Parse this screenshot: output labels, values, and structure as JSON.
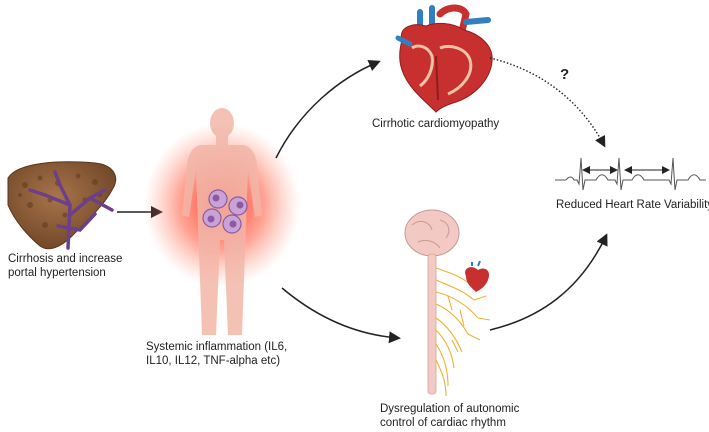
{
  "labels": {
    "liver": [
      "Cirrhosis and increase",
      "portal hypertension"
    ],
    "inflammation": [
      "Systemic inflammation (IL6,",
      "IL10, IL12, TNF-alpha etc)"
    ],
    "cardiomyopathy": "Cirrhotic cardiomyopathy",
    "hrv": "Reduced Heart Rate Variability",
    "autonomic": [
      "Dysregulation of autonomic",
      "control of cardiac rhythm"
    ],
    "question": "?"
  },
  "icons": [
    "liver-icon",
    "human-body-icon",
    "immune-cell-icon",
    "heart-icon",
    "ecg-trace-icon",
    "nervous-system-icon"
  ],
  "colors": {
    "liver": "#8a5a35",
    "portal_vessels": "#6b3f8a",
    "inflammation_glow": "#ff3b2f",
    "body": "#f2b6a8",
    "heart_red": "#c8302f",
    "heart_blue": "#2f7fc1",
    "nerves": "#f2b233",
    "brain": "#f2c9c3",
    "arrow": "#222222"
  }
}
